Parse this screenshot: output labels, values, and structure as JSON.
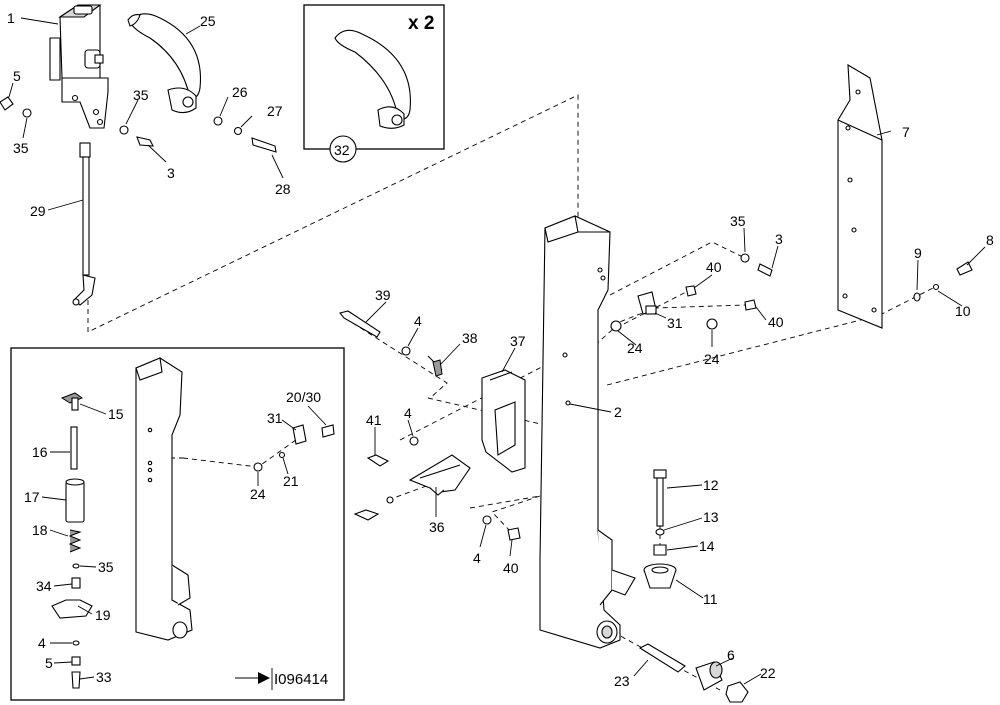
{
  "callouts": {
    "c1": "1",
    "c25": "25",
    "c5": "5",
    "c35a": "35",
    "c35b": "35",
    "c26": "26",
    "c27": "27",
    "c3a": "3",
    "c28": "28",
    "c29": "29",
    "c32": "32",
    "c7": "7",
    "c8": "8",
    "c9": "9",
    "c10": "10",
    "c35c": "35",
    "c3b": "3",
    "c40a": "40",
    "c31a": "31",
    "c40b": "40",
    "c24a": "24",
    "c24b": "24",
    "c39": "39",
    "c4a": "4",
    "c38": "38",
    "c37": "37",
    "c2": "2",
    "c41": "41",
    "c4b": "4",
    "c36": "36",
    "c4c": "4",
    "c40c": "40",
    "c12": "12",
    "c13": "13",
    "c14": "14",
    "c11": "11",
    "c23": "23",
    "c6": "6",
    "c22": "22",
    "i15": "15",
    "i16": "16",
    "i17": "17",
    "i18": "18",
    "i35": "35",
    "i34": "34",
    "i19": "19",
    "i4": "4",
    "i5": "5",
    "i33": "33",
    "i2030": "20/30",
    "i31": "31",
    "i24": "24",
    "i21": "21"
  },
  "inset_multiplier": "x 2",
  "reference_number": "I096414"
}
